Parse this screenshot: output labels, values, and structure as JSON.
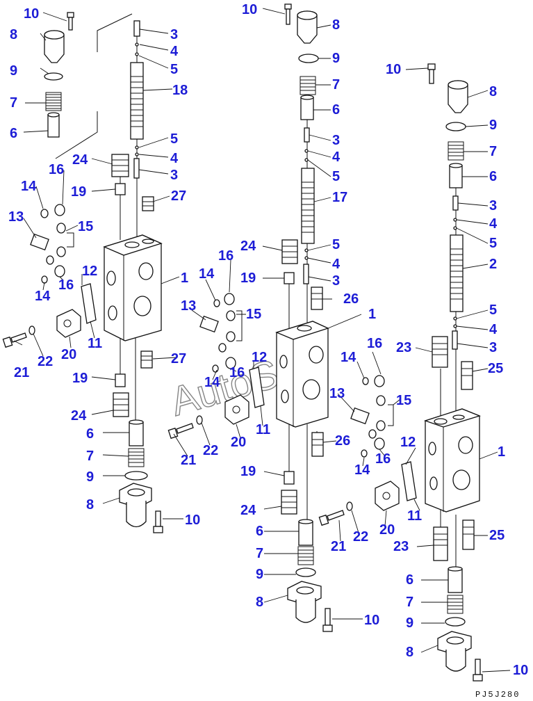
{
  "watermark": "AutoSoft",
  "drawing_code": "PJ5J280",
  "labels": {
    "l1": "10",
    "l2": "8",
    "l3": "9",
    "l4": "7",
    "l5": "6",
    "l6": "3",
    "l7": "4",
    "l8": "5",
    "l9": "18",
    "l10": "5",
    "l11": "4",
    "l12": "3",
    "l13": "24",
    "l14": "16",
    "l15": "19",
    "l16": "27",
    "l17": "14",
    "l18": "13",
    "l19": "15",
    "l20": "1",
    "l21": "12",
    "l22": "16",
    "l23": "14",
    "l24": "11",
    "l25": "21",
    "l26": "22",
    "l27": "20",
    "l28": "27",
    "l29": "19",
    "l30": "24",
    "l31": "6",
    "l32": "7",
    "l33": "9",
    "l34": "8",
    "l35": "10",
    "m1": "10",
    "m2": "8",
    "m3": "9",
    "m4": "7",
    "m5": "6",
    "m6": "3",
    "m7": "4",
    "m8": "5",
    "m9": "17",
    "m10": "24",
    "m11": "5",
    "m12": "4",
    "m13": "19",
    "m14": "3",
    "m15": "16",
    "m16": "14",
    "m17": "26",
    "m18": "13",
    "m19": "15",
    "m20": "1",
    "m21": "16",
    "m22": "12",
    "m23": "14",
    "m24": "16",
    "m25": "14",
    "m26": "13",
    "m27": "15",
    "m28": "11",
    "m29": "21",
    "m30": "22",
    "m31": "20",
    "m32": "26",
    "m33": "16",
    "m34": "14",
    "m35": "19",
    "m36": "24",
    "m37": "6",
    "m38": "21",
    "m39": "22",
    "m40": "20",
    "m41": "7",
    "m42": "9",
    "m43": "8",
    "m44": "10",
    "r1": "10",
    "r2": "8",
    "r3": "9",
    "r4": "7",
    "r5": "6",
    "r6": "3",
    "r7": "4",
    "r8": "5",
    "r9": "2",
    "r10": "5",
    "r11": "4",
    "r12": "23",
    "r13": "3",
    "r14": "25",
    "r15": "1",
    "r16": "12",
    "r17": "11",
    "r18": "23",
    "r19": "25",
    "r20": "6",
    "r21": "7",
    "r22": "9",
    "r23": "8",
    "r24": "10"
  }
}
